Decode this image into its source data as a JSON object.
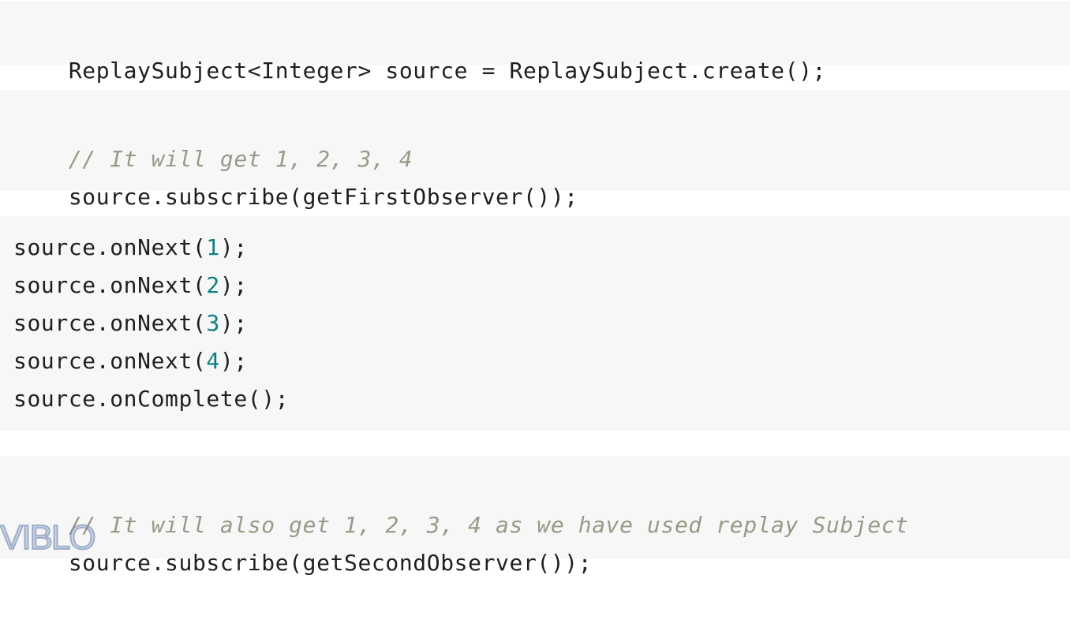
{
  "blocks": [
    {
      "lines": [
        {
          "segments": [
            {
              "type": "plain",
              "text": "ReplaySubject<Integer> source = ReplaySubject.create();"
            }
          ]
        }
      ]
    },
    {
      "lines": [
        {
          "segments": [
            {
              "type": "comment",
              "text": "// It will get 1, 2, 3, 4"
            }
          ]
        },
        {
          "segments": [
            {
              "type": "plain",
              "text": "source.subscribe(getFirstObserver());"
            }
          ]
        }
      ]
    },
    {
      "lines": [
        {
          "segments": [
            {
              "type": "plain",
              "text": "source.onNext("
            },
            {
              "type": "num",
              "text": "1"
            },
            {
              "type": "plain",
              "text": ");"
            }
          ]
        },
        {
          "segments": [
            {
              "type": "plain",
              "text": "source.onNext("
            },
            {
              "type": "num",
              "text": "2"
            },
            {
              "type": "plain",
              "text": ");"
            }
          ]
        },
        {
          "segments": [
            {
              "type": "plain",
              "text": "source.onNext("
            },
            {
              "type": "num",
              "text": "3"
            },
            {
              "type": "plain",
              "text": ");"
            }
          ]
        },
        {
          "segments": [
            {
              "type": "plain",
              "text": "source.onNext("
            },
            {
              "type": "num",
              "text": "4"
            },
            {
              "type": "plain",
              "text": ");"
            }
          ]
        },
        {
          "segments": [
            {
              "type": "plain",
              "text": "source.onComplete();"
            }
          ]
        }
      ]
    },
    {
      "lines": [
        {
          "segments": [
            {
              "type": "comment",
              "text": "// It will also get 1, 2, 3, 4 as we have used replay Subject"
            }
          ]
        },
        {
          "segments": [
            {
              "type": "plain",
              "text": "source.subscribe(getSecondObserver());"
            }
          ]
        }
      ]
    }
  ],
  "watermark": {
    "text": "VIBLO"
  },
  "colors": {
    "background": "#ffffff",
    "code_background": "#f7f7f7",
    "text": "#1f1f1f",
    "comment": "#999988",
    "number": "#0b8080"
  }
}
